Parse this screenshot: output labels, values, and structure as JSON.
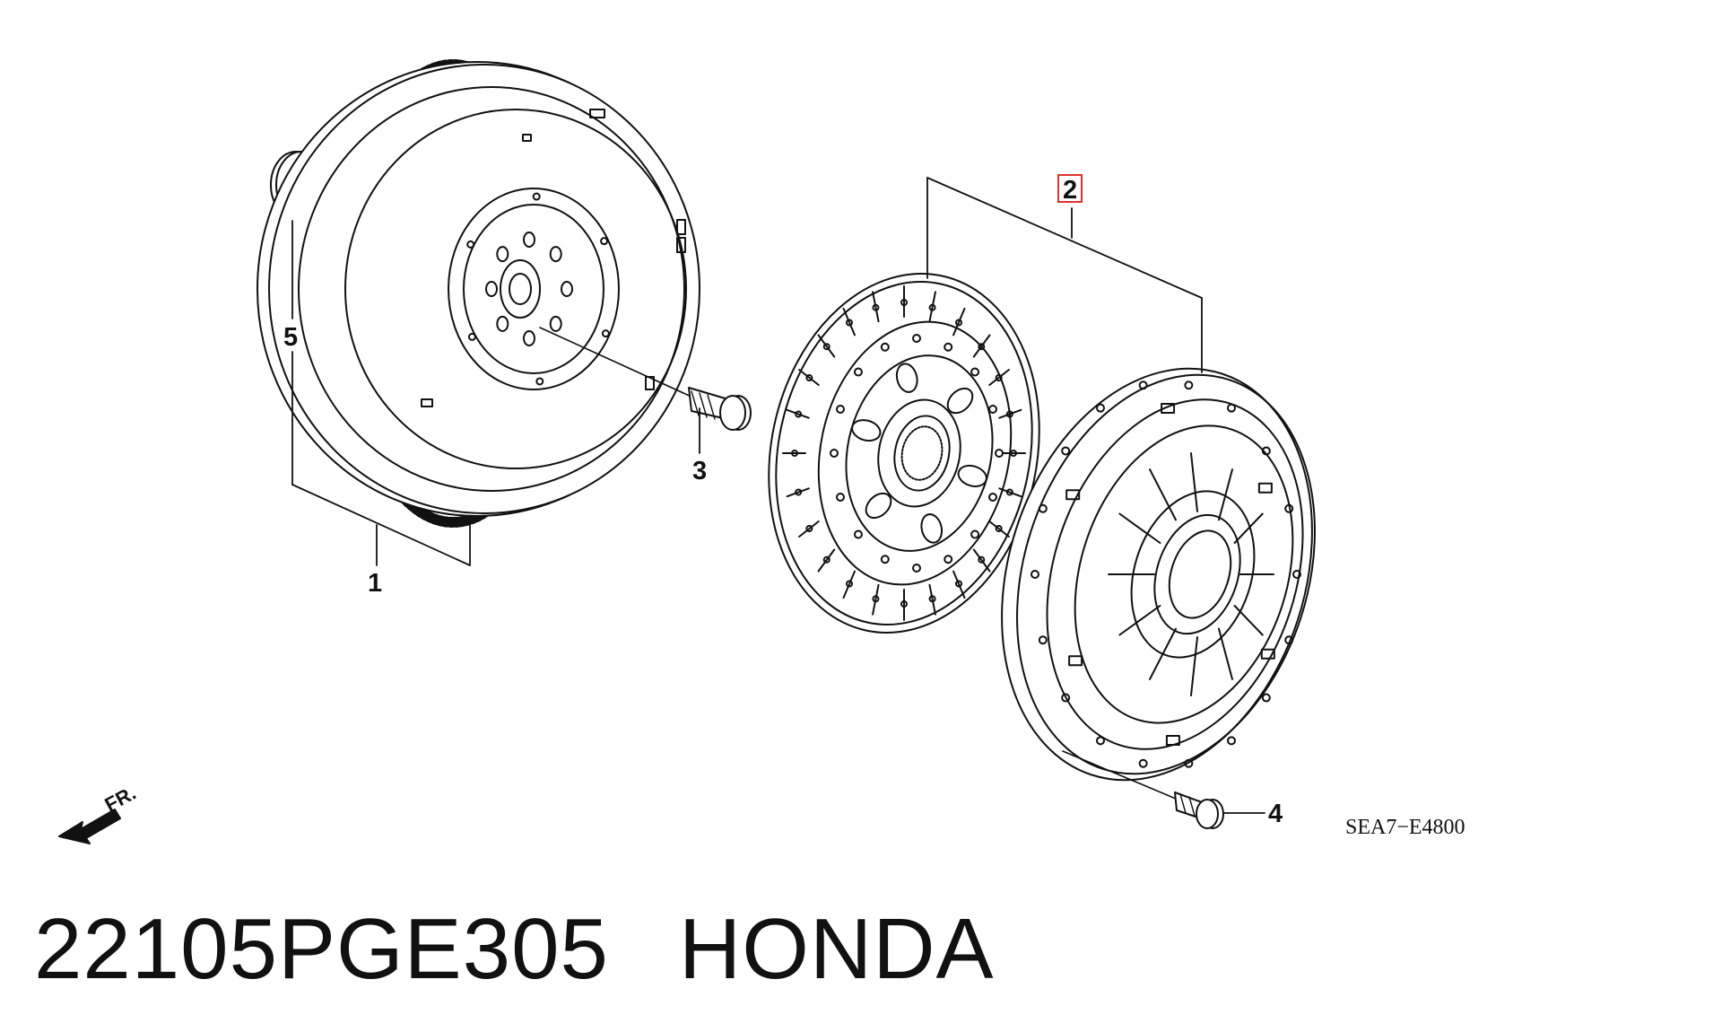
{
  "diagram": {
    "callouts": [
      {
        "id": "1",
        "label": "1"
      },
      {
        "id": "2",
        "label": "2",
        "highlighted": true
      },
      {
        "id": "3",
        "label": "3"
      },
      {
        "id": "4",
        "label": "4"
      },
      {
        "id": "5",
        "label": "5"
      }
    ],
    "front_indicator": "FR.",
    "diagram_code": "SEA7−E4800",
    "highlight_color": "#e0322e"
  },
  "caption": {
    "part_number": "22105PGE305",
    "brand": "HONDA"
  }
}
